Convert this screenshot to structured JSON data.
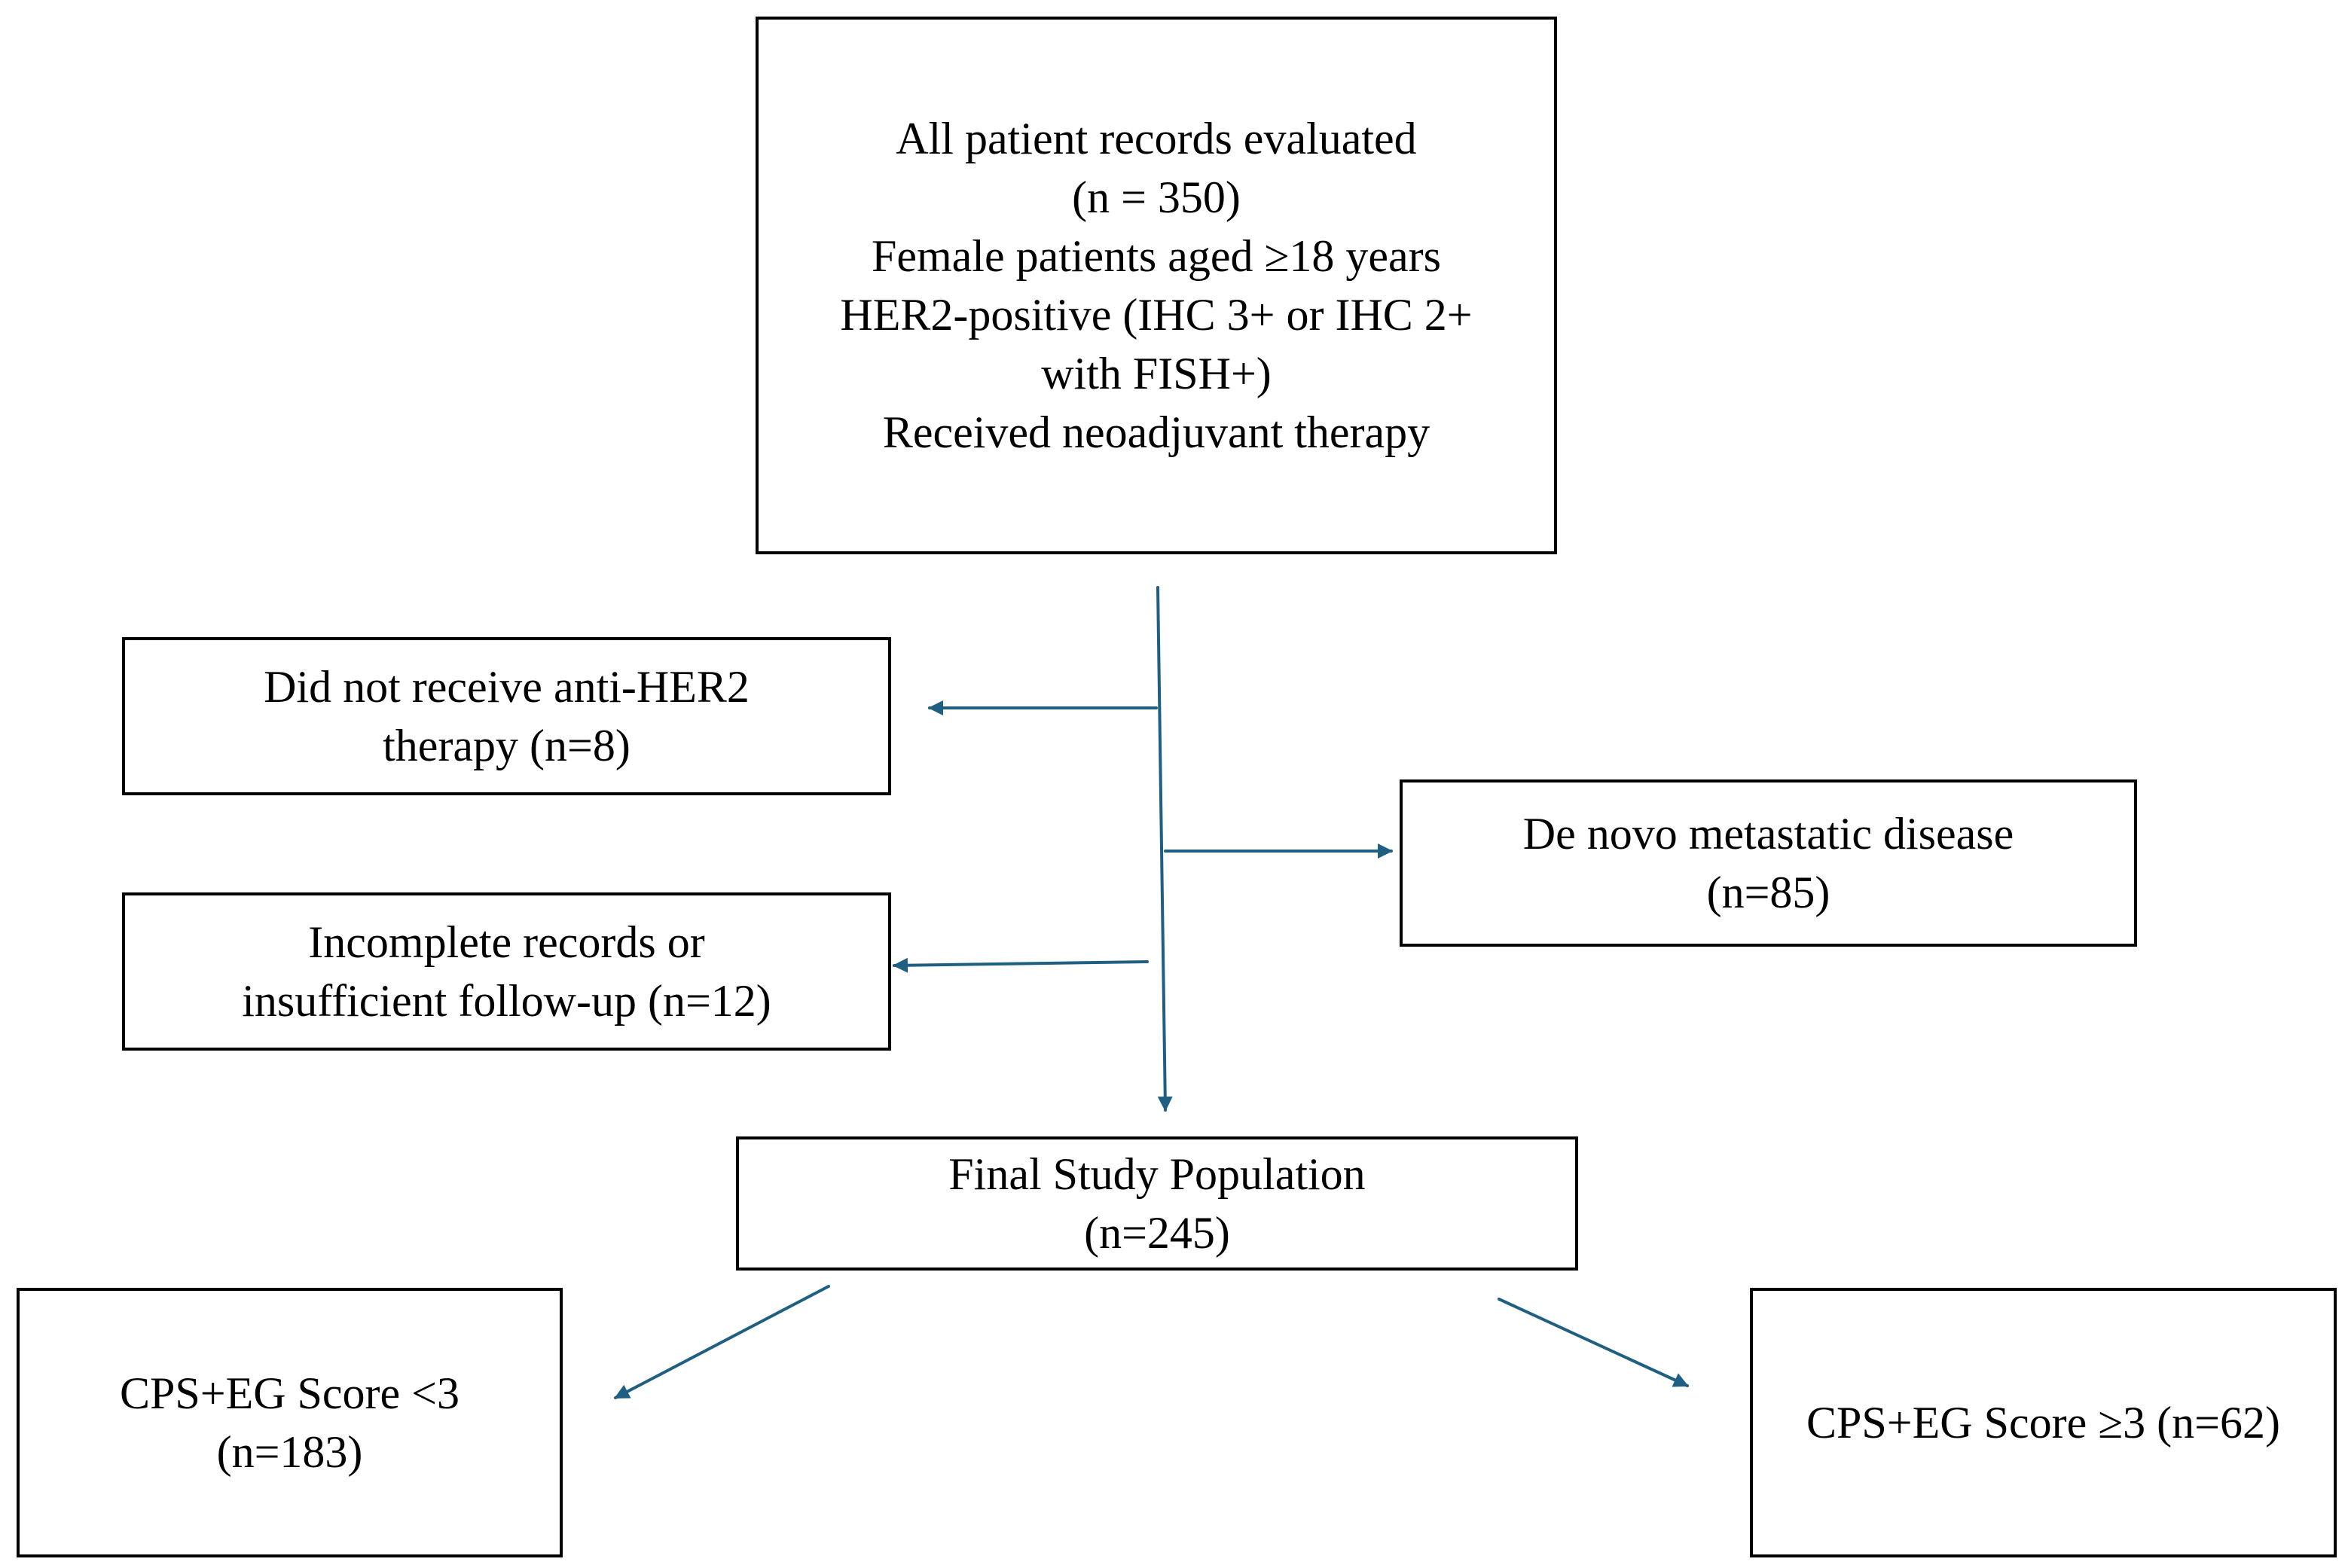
{
  "colors": {
    "arrow": "#1f5f82",
    "box_border": "#000000",
    "text": "#000000",
    "background": "#ffffff"
  },
  "boxes": {
    "all_records": {
      "lines": [
        "All patient records evaluated",
        "(n = 350)",
        "Female patients aged ≥18 years",
        "HER2-positive (IHC 3+ or IHC 2+",
        "with FISH+)",
        "Received neoadjuvant therapy"
      ]
    },
    "no_anti_her2": {
      "lines": [
        "Did not receive anti-HER2",
        "therapy (n=8)"
      ]
    },
    "de_novo": {
      "lines": [
        "De novo metastatic disease",
        "(n=85)"
      ]
    },
    "incomplete": {
      "lines": [
        "Incomplete records or",
        "insufficient follow-up (n=12)"
      ]
    },
    "final_population": {
      "lines": [
        "Final Study Population",
        "(n=245)"
      ]
    },
    "score_low": {
      "lines": [
        "CPS+EG Score <3",
        "(n=183)"
      ]
    },
    "score_high": {
      "lines": [
        "CPS+EG Score ≥3 (n=62)"
      ]
    }
  }
}
